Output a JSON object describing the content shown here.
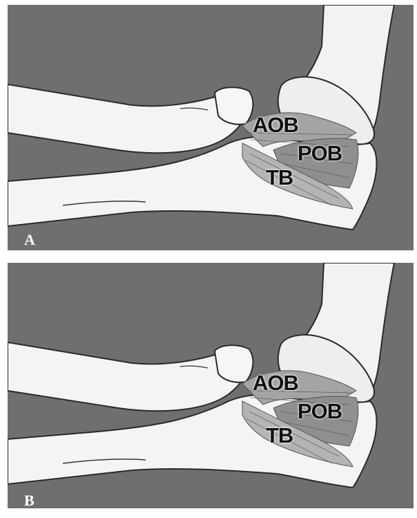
{
  "panels": [
    {
      "letter": "A",
      "labels": {
        "aob": "AOB",
        "pob": "POB",
        "tb": "TB"
      }
    },
    {
      "letter": "B",
      "labels": {
        "aob": "AOB",
        "pob": "POB",
        "tb": "TB"
      }
    }
  ],
  "colors": {
    "background": "#6f6f6f",
    "bone": "#f2f2f2",
    "ligament": "#9a9a9a",
    "outline": "#2a2a2a"
  }
}
